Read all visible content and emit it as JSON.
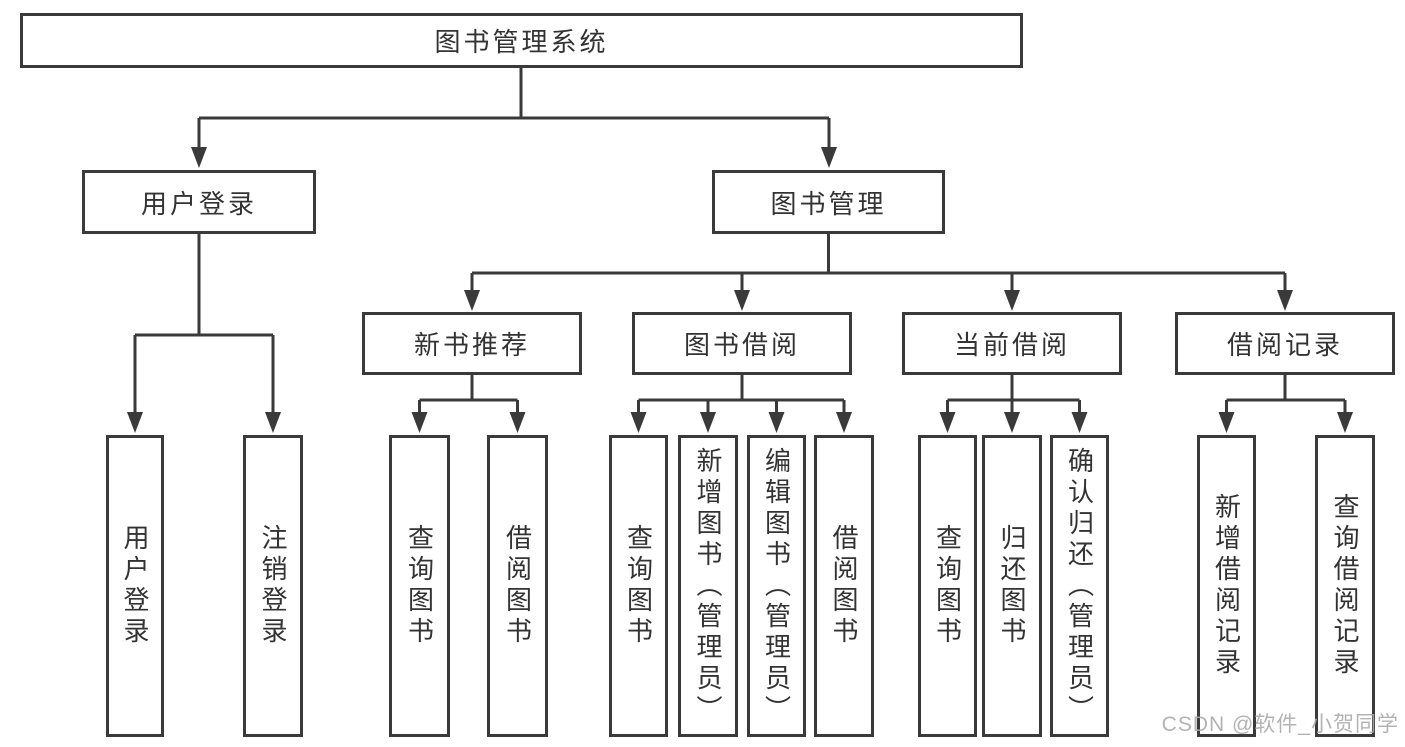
{
  "tree": {
    "root": {
      "label": "图书管理系统",
      "children": [
        {
          "label": "用户登录",
          "children": [
            {
              "label": "用户登录"
            },
            {
              "label": "注销登录"
            }
          ]
        },
        {
          "label": "图书管理",
          "children": [
            {
              "label": "新书推荐",
              "children": [
                {
                  "label": "查询图书"
                },
                {
                  "label": "借阅图书"
                }
              ]
            },
            {
              "label": "图书借阅",
              "children": [
                {
                  "label": "查询图书"
                },
                {
                  "label": "新增图书（管理员）"
                },
                {
                  "label": "编辑图书（管理员）"
                },
                {
                  "label": "借阅图书"
                }
              ]
            },
            {
              "label": "当前借阅",
              "children": [
                {
                  "label": "查询图书"
                },
                {
                  "label": "归还图书"
                },
                {
                  "label": "确认归还（管理员）"
                }
              ]
            },
            {
              "label": "借阅记录",
              "children": [
                {
                  "label": "新增借阅记录"
                },
                {
                  "label": "查询借阅记录"
                }
              ]
            }
          ]
        }
      ]
    }
  },
  "watermark": {
    "text": "CSDN @软件_小贺同学"
  },
  "colors": {
    "line": "#3a3a3a",
    "box_border": "#3a3a3a",
    "text": "#333333",
    "background": "#ffffff",
    "watermark": "#a8a8a8"
  }
}
